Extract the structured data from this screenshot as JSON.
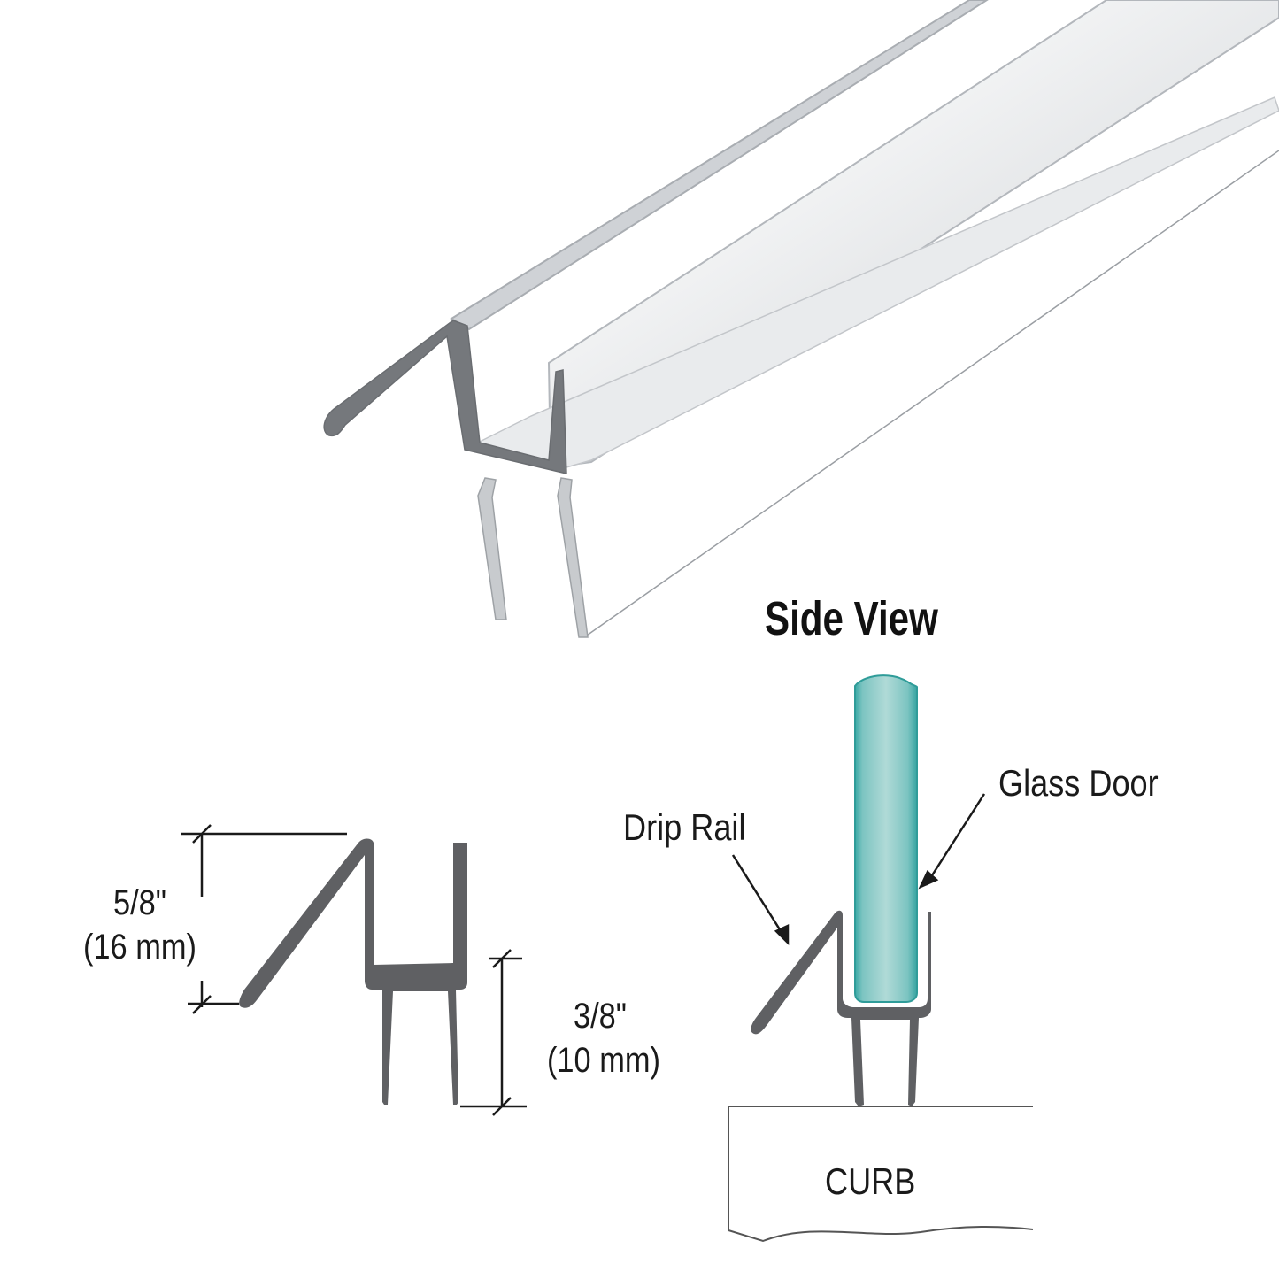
{
  "title": "Side View",
  "dimensions": {
    "drip_height": {
      "imperial": "5/8\"",
      "metric": "(16 mm)"
    },
    "leg_height": {
      "imperial": "3/8\"",
      "metric": "(10 mm)"
    }
  },
  "callouts": {
    "glass_door": "Glass Door",
    "drip_rail": "Drip Rail",
    "curb": "CURB"
  },
  "colors": {
    "profile_gray": "#5f6063",
    "glass_teal": "#3fb0ad",
    "glass_light": "#a8d6d3",
    "clear_vinyl": "#d9dcdf",
    "line": "#1a1a1a"
  }
}
